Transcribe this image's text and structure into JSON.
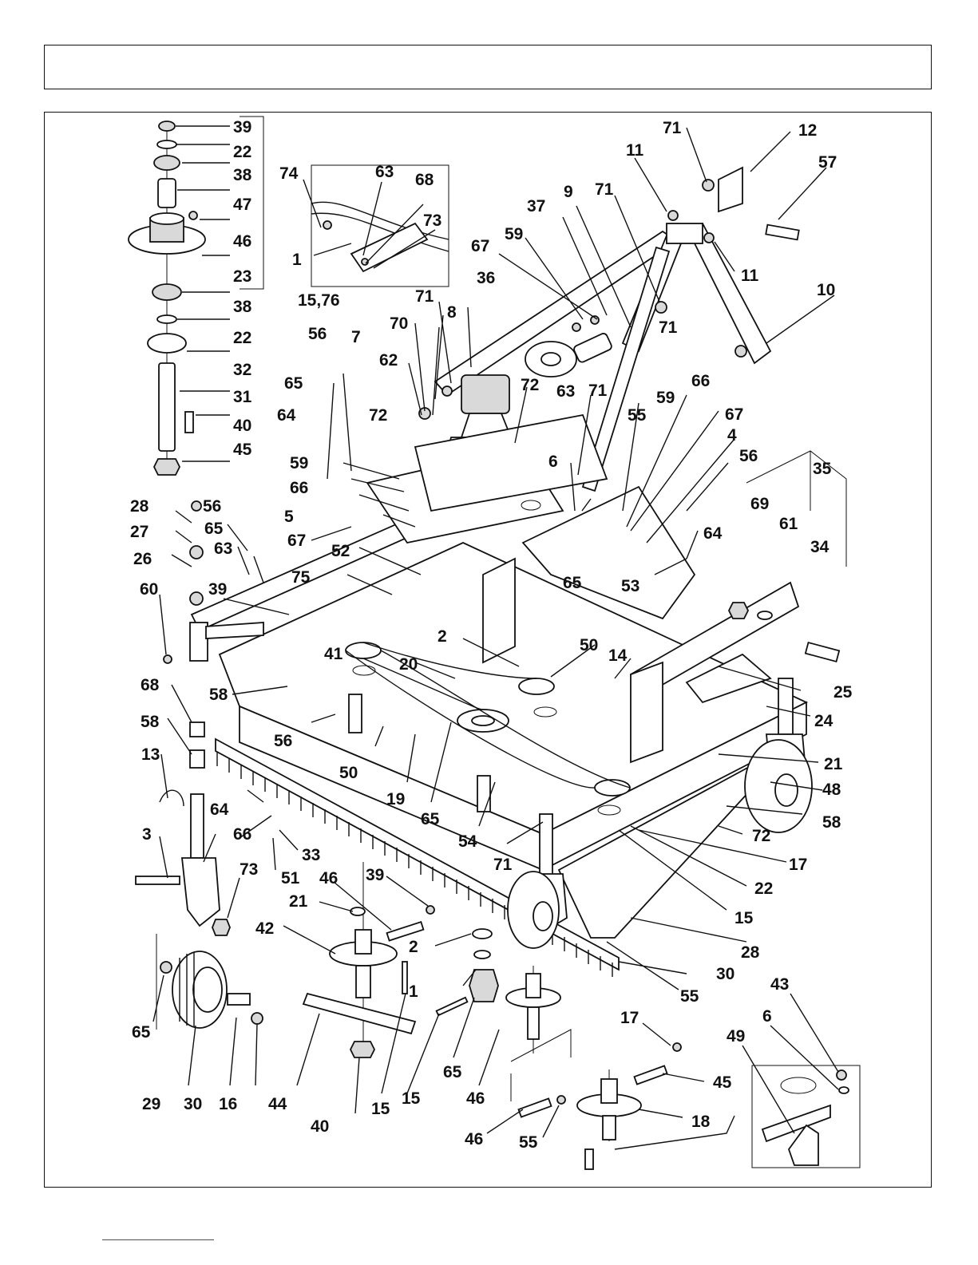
{
  "header": {
    "title": ""
  },
  "diagram": {
    "callouts": [
      {
        "n": "39"
      },
      {
        "n": "22"
      },
      {
        "n": "38"
      },
      {
        "n": "47"
      },
      {
        "n": "46"
      },
      {
        "n": "23"
      },
      {
        "n": "15,76"
      },
      {
        "n": "38"
      },
      {
        "n": "22"
      },
      {
        "n": "32"
      },
      {
        "n": "31"
      },
      {
        "n": "40"
      },
      {
        "n": "45"
      },
      {
        "n": "74"
      },
      {
        "n": "63"
      },
      {
        "n": "68"
      },
      {
        "n": "73"
      },
      {
        "n": "1"
      },
      {
        "n": "71"
      },
      {
        "n": "12"
      },
      {
        "n": "11"
      },
      {
        "n": "57"
      },
      {
        "n": "71"
      },
      {
        "n": "9"
      },
      {
        "n": "37"
      },
      {
        "n": "11"
      },
      {
        "n": "10"
      },
      {
        "n": "59"
      },
      {
        "n": "67"
      },
      {
        "n": "36"
      },
      {
        "n": "71"
      },
      {
        "n": "8"
      },
      {
        "n": "70"
      },
      {
        "n": "71"
      },
      {
        "n": "62"
      },
      {
        "n": "72"
      },
      {
        "n": "63"
      },
      {
        "n": "56"
      },
      {
        "n": "7"
      },
      {
        "n": "65"
      },
      {
        "n": "64"
      },
      {
        "n": "72"
      },
      {
        "n": "71"
      },
      {
        "n": "59"
      },
      {
        "n": "66"
      },
      {
        "n": "55"
      },
      {
        "n": "67"
      },
      {
        "n": "4"
      },
      {
        "n": "59"
      },
      {
        "n": "6"
      },
      {
        "n": "56"
      },
      {
        "n": "35"
      },
      {
        "n": "66"
      },
      {
        "n": "5"
      },
      {
        "n": "67"
      },
      {
        "n": "69"
      },
      {
        "n": "61"
      },
      {
        "n": "28"
      },
      {
        "n": "56"
      },
      {
        "n": "27"
      },
      {
        "n": "65"
      },
      {
        "n": "64"
      },
      {
        "n": "34"
      },
      {
        "n": "26"
      },
      {
        "n": "63"
      },
      {
        "n": "52"
      },
      {
        "n": "65"
      },
      {
        "n": "53"
      },
      {
        "n": "75"
      },
      {
        "n": "60"
      },
      {
        "n": "39"
      },
      {
        "n": "2"
      },
      {
        "n": "41"
      },
      {
        "n": "20"
      },
      {
        "n": "50"
      },
      {
        "n": "14"
      },
      {
        "n": "25"
      },
      {
        "n": "68"
      },
      {
        "n": "58"
      },
      {
        "n": "56"
      },
      {
        "n": "24"
      },
      {
        "n": "58"
      },
      {
        "n": "21"
      },
      {
        "n": "50"
      },
      {
        "n": "19"
      },
      {
        "n": "65"
      },
      {
        "n": "48"
      },
      {
        "n": "13"
      },
      {
        "n": "64"
      },
      {
        "n": "58"
      },
      {
        "n": "54"
      },
      {
        "n": "3"
      },
      {
        "n": "66"
      },
      {
        "n": "33"
      },
      {
        "n": "72"
      },
      {
        "n": "71"
      },
      {
        "n": "73"
      },
      {
        "n": "51"
      },
      {
        "n": "17"
      },
      {
        "n": "46"
      },
      {
        "n": "39"
      },
      {
        "n": "22"
      },
      {
        "n": "21"
      },
      {
        "n": "15"
      },
      {
        "n": "42"
      },
      {
        "n": "2"
      },
      {
        "n": "28"
      },
      {
        "n": "1"
      },
      {
        "n": "30"
      },
      {
        "n": "65"
      },
      {
        "n": "55"
      },
      {
        "n": "43"
      },
      {
        "n": "65"
      },
      {
        "n": "6"
      },
      {
        "n": "49"
      },
      {
        "n": "29"
      },
      {
        "n": "30"
      },
      {
        "n": "16"
      },
      {
        "n": "44"
      },
      {
        "n": "15"
      },
      {
        "n": "46"
      },
      {
        "n": "17"
      },
      {
        "n": "45"
      },
      {
        "n": "40"
      },
      {
        "n": "15"
      },
      {
        "n": "18"
      },
      {
        "n": "46"
      },
      {
        "n": "55"
      }
    ]
  }
}
